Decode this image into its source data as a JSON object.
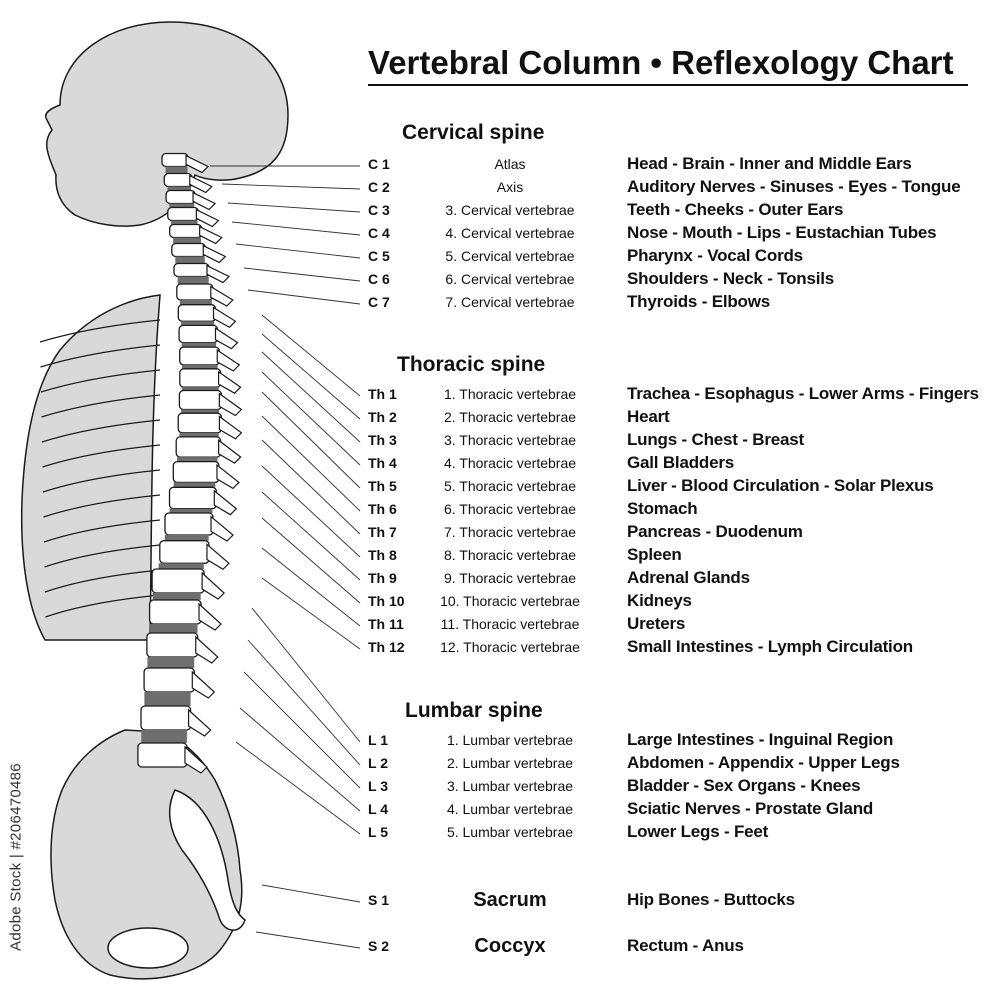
{
  "title": "Vertebral Column • Reflexology Chart",
  "sections": {
    "cervical": "Cervical spine",
    "thoracic": "Thoracic spine",
    "lumbar": "Lumbar spine"
  },
  "rows": [
    {
      "code": "C 1",
      "name": "Atlas",
      "organs": "Head - Brain - Inner and Middle Ears"
    },
    {
      "code": "C 2",
      "name": "Axis",
      "organs": "Auditory Nerves - Sinuses - Eyes - Tongue"
    },
    {
      "code": "C 3",
      "name": "3. Cervical vertebrae",
      "organs": "Teeth - Cheeks - Outer Ears"
    },
    {
      "code": "C 4",
      "name": "4. Cervical vertebrae",
      "organs": "Nose - Mouth - Lips - Eustachian Tubes"
    },
    {
      "code": "C 5",
      "name": "5. Cervical vertebrae",
      "organs": "Pharynx - Vocal Cords"
    },
    {
      "code": "C 6",
      "name": "6. Cervical vertebrae",
      "organs": "Shoulders - Neck - Tonsils"
    },
    {
      "code": "C 7",
      "name": "7. Cervical vertebrae",
      "organs": "Thyroids - Elbows"
    },
    {
      "code": "Th 1",
      "name": "1. Thoracic vertebrae",
      "organs": "Trachea - Esophagus - Lower Arms - Fingers"
    },
    {
      "code": "Th 2",
      "name": "2. Thoracic vertebrae",
      "organs": "Heart"
    },
    {
      "code": "Th 3",
      "name": "3. Thoracic vertebrae",
      "organs": "Lungs - Chest - Breast"
    },
    {
      "code": "Th 4",
      "name": "4. Thoracic vertebrae",
      "organs": "Gall Bladders"
    },
    {
      "code": "Th 5",
      "name": "5. Thoracic vertebrae",
      "organs": "Liver - Blood Circulation - Solar Plexus"
    },
    {
      "code": "Th 6",
      "name": "6. Thoracic vertebrae",
      "organs": "Stomach"
    },
    {
      "code": "Th 7",
      "name": "7. Thoracic vertebrae",
      "organs": "Pancreas - Duodenum"
    },
    {
      "code": "Th 8",
      "name": "8. Thoracic vertebrae",
      "organs": "Spleen"
    },
    {
      "code": "Th 9",
      "name": "9. Thoracic vertebrae",
      "organs": "Adrenal Glands"
    },
    {
      "code": "Th 10",
      "name": "10. Thoracic vertebrae",
      "organs": "Kidneys"
    },
    {
      "code": "Th 11",
      "name": "11. Thoracic vertebrae",
      "organs": "Ureters"
    },
    {
      "code": "Th 12",
      "name": "12. Thoracic vertebrae",
      "organs": "Small Intestines - Lymph Circulation"
    },
    {
      "code": "L 1",
      "name": "1. Lumbar vertebrae",
      "organs": "Large Intestines - Inguinal Region"
    },
    {
      "code": "L 2",
      "name": "2. Lumbar vertebrae",
      "organs": "Abdomen - Appendix - Upper Legs"
    },
    {
      "code": "L 3",
      "name": "3. Lumbar vertebrae",
      "organs": "Bladder - Sex Organs - Knees"
    },
    {
      "code": "L 4",
      "name": "4. Lumbar vertebrae",
      "organs": "Sciatic Nerves - Prostate Gland"
    },
    {
      "code": "L 5",
      "name": "5. Lumbar vertebrae",
      "organs": "Lower Legs - Feet"
    },
    {
      "code": "S 1",
      "name": "Sacrum",
      "organs": "Hip Bones - Buttocks"
    },
    {
      "code": "S 2",
      "name": "Coccyx",
      "organs": "Rectum - Anus"
    }
  ],
  "stock_credit": "Adobe Stock | #206470486",
  "colors": {
    "bone_fill": "#d9d9d9",
    "vertebra_fill": "#ffffff",
    "disc_fill": "#6e6e6e",
    "outline": "#1a1a1a"
  }
}
